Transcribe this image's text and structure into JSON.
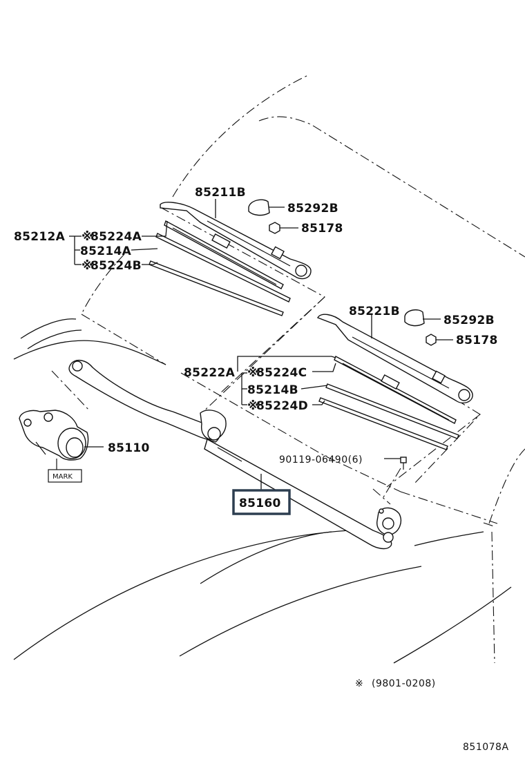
{
  "parts": {
    "p85211B": "85211B",
    "p85292B_top": "85292B",
    "p85178_top": "85178",
    "p85212A": "85212A",
    "p85224A": "85224A",
    "p85214A": "85214A",
    "p85224B": "85224B",
    "p85221B": "85221B",
    "p85292B_right": "85292B",
    "p85178_right": "85178",
    "p85222A": "85222A",
    "p85224C": "85224C",
    "p85214B": "85214B",
    "p85224D": "85224D",
    "p85110": "85110",
    "p90119": "90119-06490(6)",
    "p85160": "85160",
    "mark": "MARK"
  },
  "asterisk": "※",
  "footnote": "(9801-0208)",
  "figure_code": "851078A",
  "colors": {
    "highlight_box": "#2d3e50",
    "ink": "#111111"
  }
}
